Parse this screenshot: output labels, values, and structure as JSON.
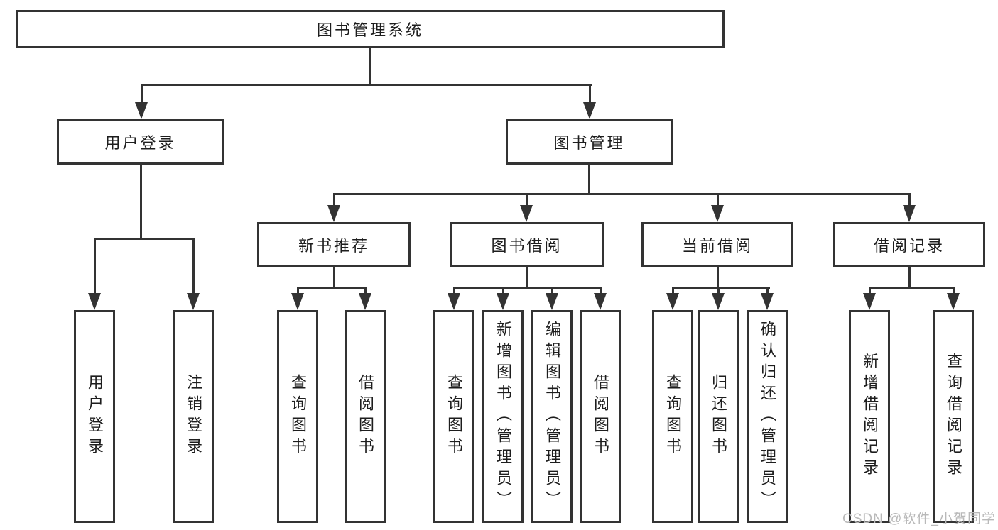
{
  "tree": {
    "root": {
      "label": "图书管理系统"
    },
    "branches": [
      {
        "label": "用户登录",
        "children": [
          {
            "label": "用户登录"
          },
          {
            "label": "注销登录"
          }
        ]
      },
      {
        "label": "图书管理",
        "children": [
          {
            "label": "新书推荐",
            "children": [
              {
                "label": "查询图书"
              },
              {
                "label": "借阅图书"
              }
            ]
          },
          {
            "label": "图书借阅",
            "children": [
              {
                "label": "查询图书"
              },
              {
                "label": "新增图书（管理员）"
              },
              {
                "label": "编辑图书（管理员）"
              },
              {
                "label": "借阅图书"
              }
            ]
          },
          {
            "label": "当前借阅",
            "children": [
              {
                "label": "查询图书"
              },
              {
                "label": "归还图书"
              },
              {
                "label": "确认归还（管理员）"
              }
            ]
          },
          {
            "label": "借阅记录",
            "children": [
              {
                "label": "新增借阅记录"
              },
              {
                "label": "查询借阅记录"
              }
            ]
          }
        ]
      }
    ]
  },
  "watermark": {
    "text": "CSDN @软件_小贺同学"
  },
  "colors": {
    "box_border": "#333333",
    "connector": "#333333",
    "text": "#1d1d1d",
    "watermark_text": "#b9b9b9",
    "background": "#ffffff"
  }
}
